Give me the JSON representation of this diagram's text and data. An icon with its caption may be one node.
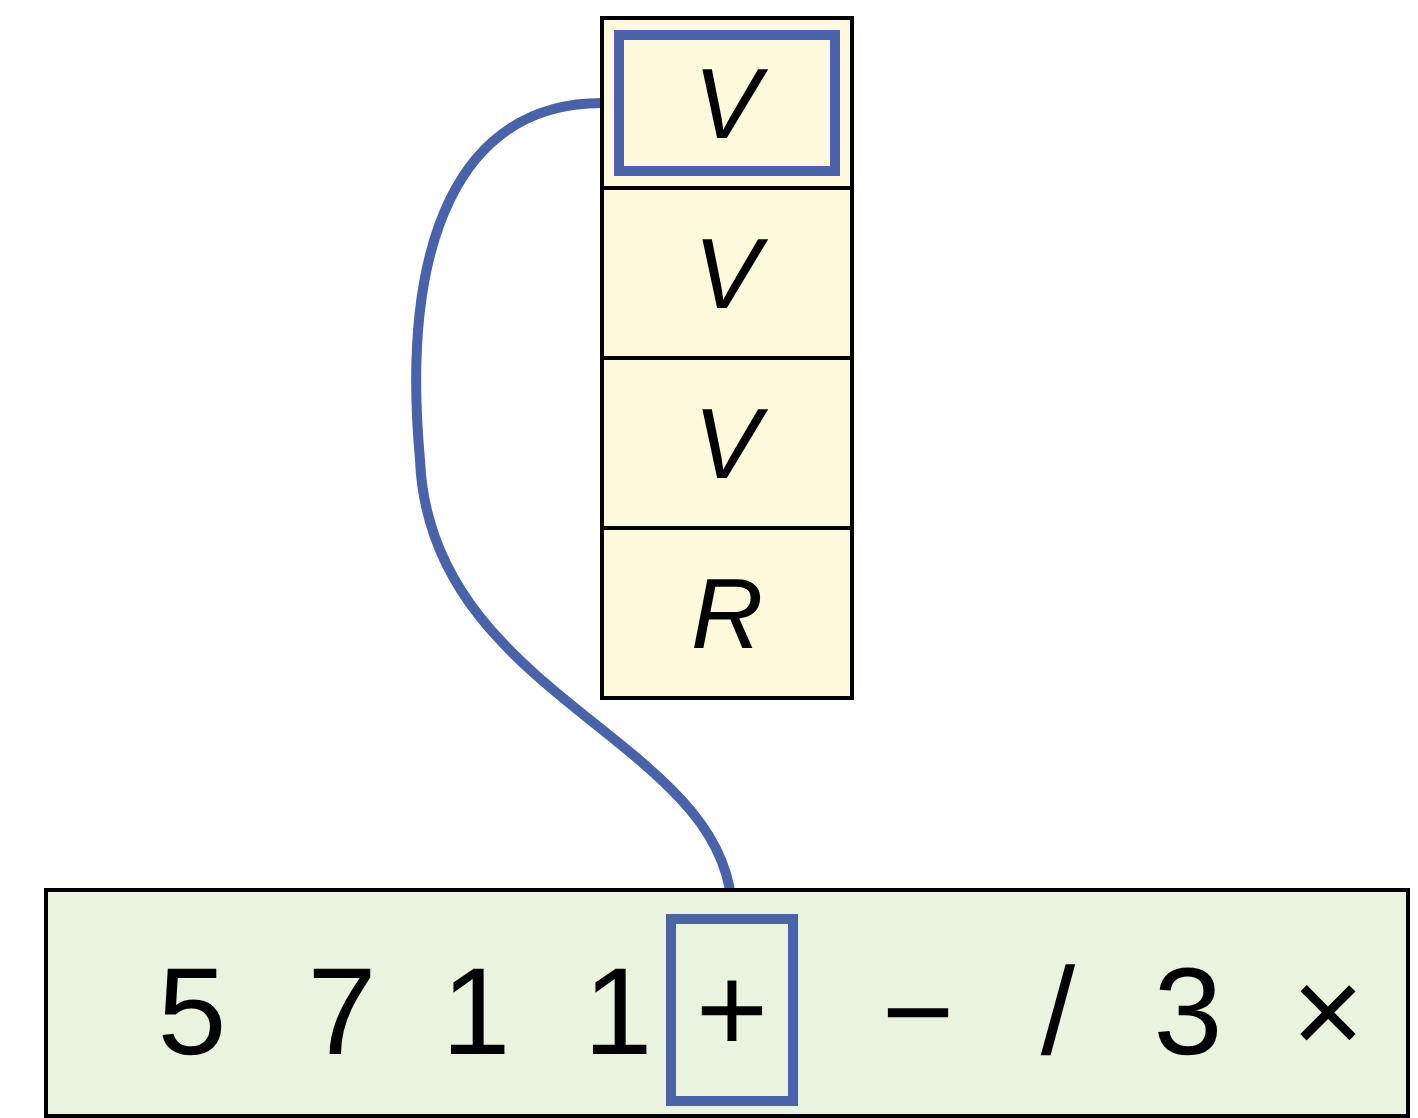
{
  "diagram": {
    "nodes": [
      {
        "text": [
          "V"
        ]
      },
      {
        "text": [
          "V"
        ]
      },
      {
        "text": [
          "V"
        ]
      },
      {
        "text": [
          "R"
        ]
      },
      {
        "text": [],
        "shape": "box"
      },
      {
        "text": [
          "5"
        ],
        "in": 4
      },
      {
        "text": [
          "7"
        ],
        "in": 4
      },
      {
        "text": [
          "1"
        ],
        "in": 4
      },
      {
        "text": [
          "1"
        ],
        "in": 4
      },
      {
        "text": [
          "+"
        ],
        "in": 4
      },
      {
        "text": [
          "−"
        ],
        "in": 4
      },
      {
        "text": [
          "/"
        ],
        "in": 4
      },
      {
        "text": [
          "3"
        ],
        "in": 4
      },
      {
        "text": [
          "×"
        ],
        "in": 4
      }
    ],
    "edges": [
      {
        "from": 0,
        "to": 9,
        "arrow": "none"
      }
    ]
  }
}
